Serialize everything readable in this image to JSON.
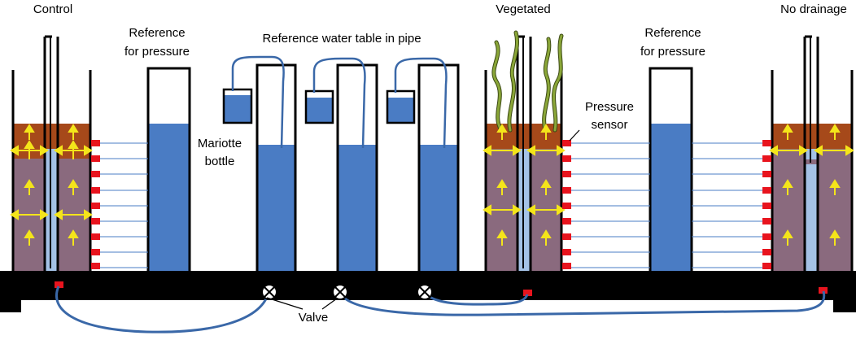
{
  "labels": {
    "control": "Control",
    "reference_pressure_1_line1": "Reference",
    "reference_pressure_1_line2": "for pressure",
    "reference_water_table": "Reference water table in pipe",
    "mariotte_line1": "Mariotte",
    "mariotte_line2": "bottle",
    "vegetated": "Vegetated",
    "reference_pressure_2_line1": "Reference",
    "reference_pressure_2_line2": "for pressure",
    "pressure_sensor_line1": "Pressure",
    "pressure_sensor_line2": "sensor",
    "no_drainage": "No drainage",
    "valve": "Valve"
  },
  "colors": {
    "water": "#4a7cc4",
    "soil": "#8a6a7e",
    "topsoil": "#a6491a",
    "core": "#a4c2e6",
    "sensor": "#e8141e",
    "arrow": "#f4e51a",
    "tube": "#4a7cc4",
    "plant": "#7d9830",
    "base": "#000000"
  },
  "icons": {
    "valve": "valve-circle-x-icon",
    "sensor": "red-square-sensor-icon",
    "plant": "grass-stem-icon"
  }
}
